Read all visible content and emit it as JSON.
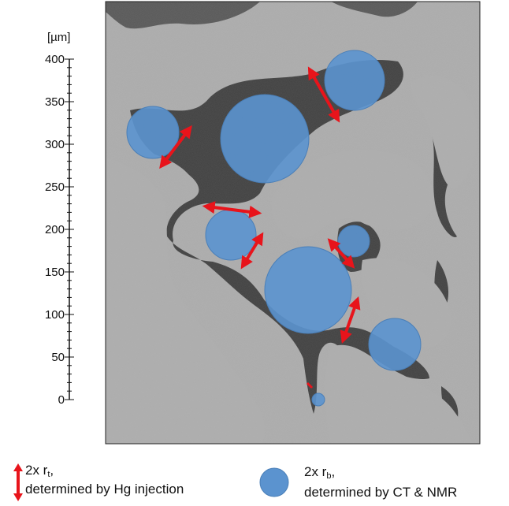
{
  "scale": {
    "unit": "[µm]",
    "ticks": [
      "400",
      "350",
      "300",
      "250",
      "200",
      "150",
      "100",
      "50",
      "0"
    ]
  },
  "legend": {
    "throat": {
      "line1_prefix": "2x r",
      "line1_sub": "t",
      "line1_suffix": ",",
      "line2": "determined by Hg injection"
    },
    "body": {
      "line1_prefix": "2x r",
      "line1_sub": "b",
      "line1_suffix": ",",
      "line2": "determined by CT & NMR"
    }
  },
  "colors": {
    "grain": "#a9a9a9",
    "pore": "#3c3c3c",
    "pore_body": "#5b93cf",
    "throat_arrow": "#e8141b",
    "frame": "#222222"
  },
  "icons": {
    "throat_marker": "double-headed-vertical-arrow-icon",
    "body_marker": "filled-circle-icon"
  }
}
